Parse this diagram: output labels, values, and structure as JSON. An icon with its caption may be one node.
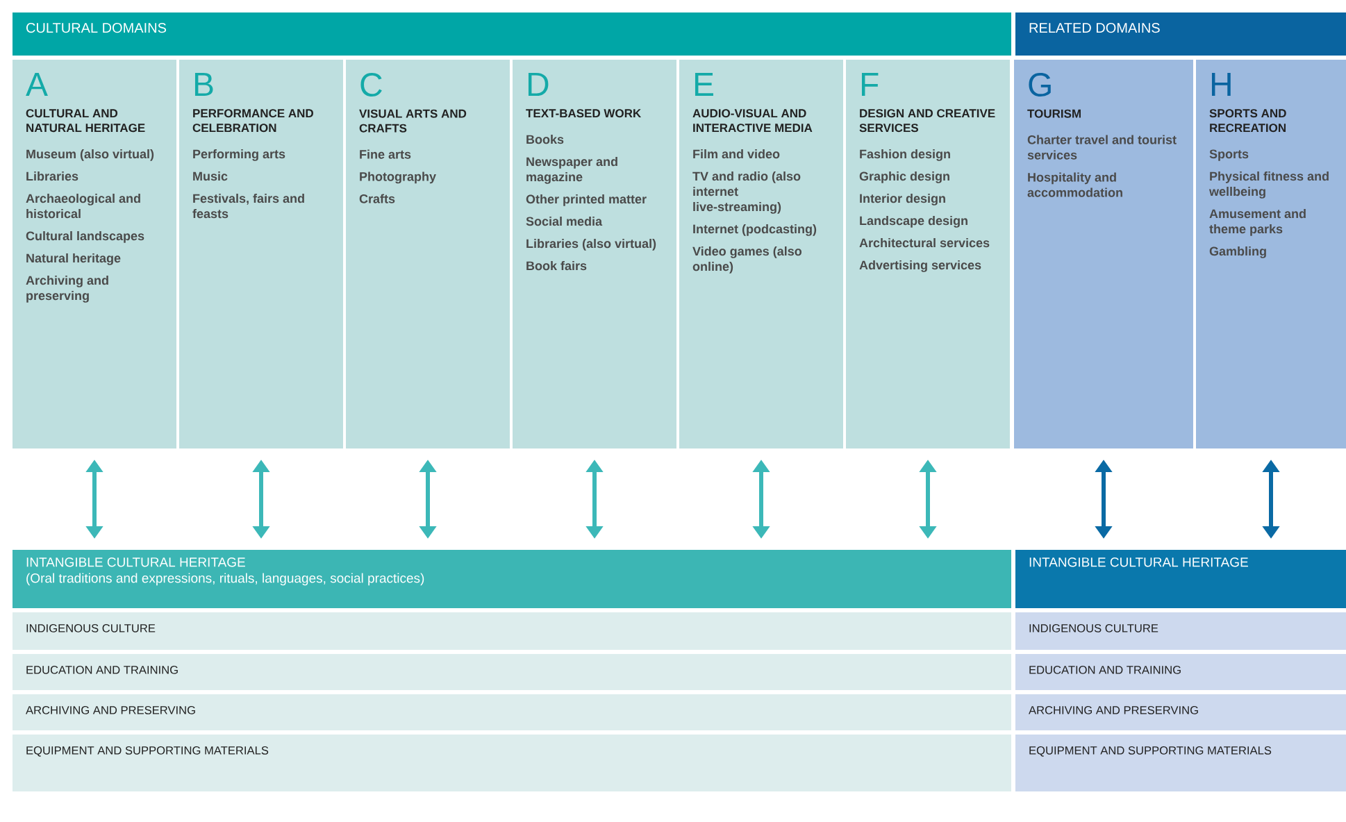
{
  "diagram": {
    "nodes": [
      {
        "text": [
          "CULTURAL DOMAINS"
        ]
      },
      {
        "text": [
          "RELATED DOMAINS"
        ]
      },
      {
        "text": [
          "A",
          "CULTURAL AND NATURAL HERITAGE",
          "Museum (also virtual)",
          "Libraries",
          "Archaeological and historical",
          "Cultural landscapes",
          "Natural heritage",
          "Archiving and preserving"
        ]
      },
      {
        "text": [
          "B",
          "PERFORMANCE AND CELEBRATION",
          "Performing arts",
          "Music",
          "Festivals, fairs and feasts"
        ]
      },
      {
        "text": [
          "C",
          "VISUAL ARTS AND CRAFTS",
          "Fine arts",
          "Photography",
          "Crafts"
        ]
      },
      {
        "text": [
          "D",
          "TEXT-BASED WORK",
          "Books",
          "Newspaper and magazine",
          "Other printed matter",
          "Social media",
          "Libraries (also virtual)",
          "Book fairs"
        ]
      },
      {
        "text": [
          "E",
          "AUDIO-VISUAL AND INTERACTIVE MEDIA",
          "Film and video",
          "TV and radio (also internet live-streaming)",
          "Internet (podcasting)",
          "Video games (also online)"
        ]
      },
      {
        "text": [
          "F",
          "DESIGN AND CREATIVE SERVICES",
          "Fashion design",
          "Graphic design",
          "Interior design",
          "Landscape design",
          "Architectural services",
          "Advertising services"
        ]
      },
      {
        "text": [
          "G",
          "TOURISM",
          "Charter travel and tourist services",
          "Hospitality and accommodation"
        ]
      },
      {
        "text": [
          "H",
          "SPORTS AND RECREATION",
          "Sports",
          "Physical fitness and wellbeing",
          "Amusement and theme parks",
          "Gambling"
        ]
      },
      {
        "text": [
          "INTANGIBLE CULTURAL HERITAGE",
          "(Oral traditions and expressions, rituals, languages, social practices)"
        ]
      },
      {
        "text": [
          "INDIGENOUS CULTURE"
        ]
      },
      {
        "text": [
          "EDUCATION AND TRAINING"
        ]
      },
      {
        "text": [
          "ARCHIVING AND PRESERVING"
        ]
      },
      {
        "text": [
          "EQUIPMENT AND SUPPORTING MATERIALS"
        ]
      },
      {
        "text": [
          "INTANGIBLE CULTURAL HERITAGE"
        ]
      },
      {
        "text": [
          "INDIGENOUS CULTURE"
        ]
      },
      {
        "text": [
          "EDUCATION AND TRAINING"
        ]
      },
      {
        "text": [
          "ARCHIVING AND PRESERVING"
        ]
      },
      {
        "text": [
          "EQUIPMENT AND SUPPORTING MATERIALS"
        ]
      }
    ],
    "edges": [
      {
        "from": 2,
        "to": 10,
        "arrow": "both"
      },
      {
        "from": 3,
        "to": 10,
        "arrow": "both"
      },
      {
        "from": 4,
        "to": 10,
        "arrow": "both"
      },
      {
        "from": 5,
        "to": 10,
        "arrow": "both"
      },
      {
        "from": 6,
        "to": 10,
        "arrow": "both"
      },
      {
        "from": 7,
        "to": 10,
        "arrow": "both"
      },
      {
        "from": 8,
        "to": 15,
        "arrow": "both",
        "color": "#0a6aa4"
      },
      {
        "from": 9,
        "to": 15,
        "arrow": "both",
        "color": "#0a6aa4"
      }
    ]
  }
}
